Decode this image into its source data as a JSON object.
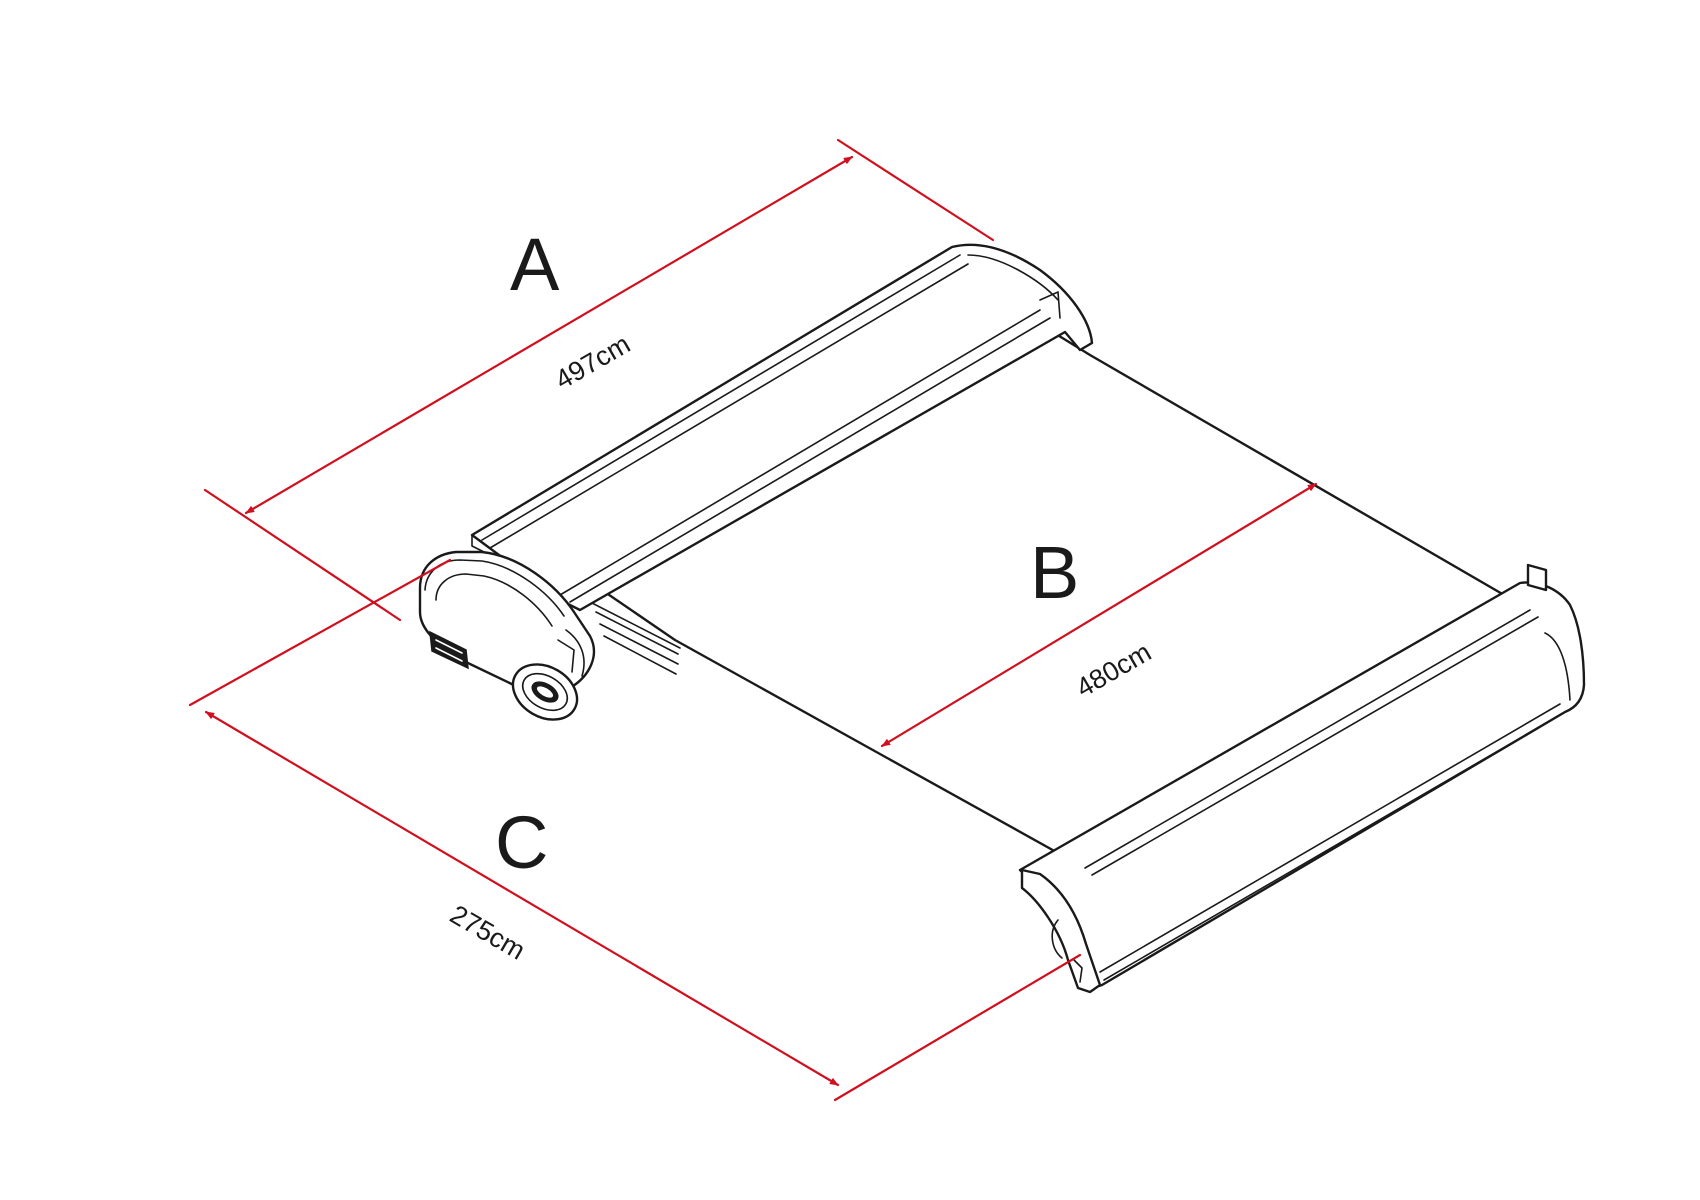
{
  "diagram": {
    "dimensions": [
      {
        "letter": "A",
        "value": "497cm"
      },
      {
        "letter": "B",
        "value": "480cm"
      },
      {
        "letter": "C",
        "value": "275cm"
      }
    ],
    "colors": {
      "dimension_lines": "#d0101e",
      "outline": "#1a1a1a",
      "background": "#ffffff"
    }
  }
}
